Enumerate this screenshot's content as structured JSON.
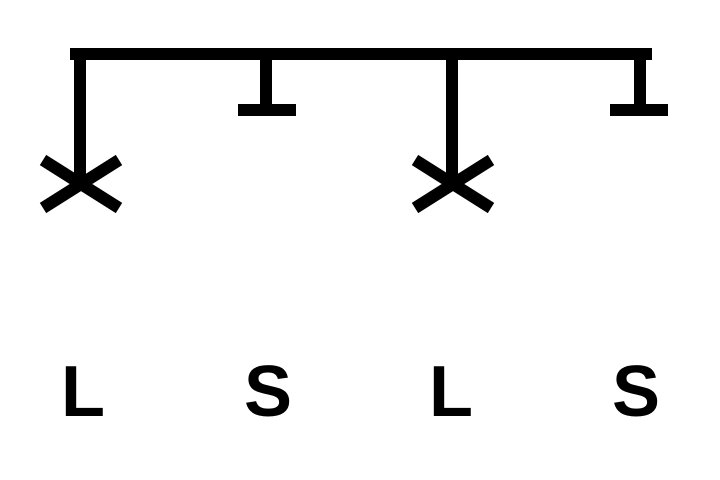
{
  "diagram": {
    "ink_color": "#000000",
    "background": "#ffffff",
    "beats": [
      {
        "label": "L",
        "mark": "cross-icon"
      },
      {
        "label": "S",
        "mark": "tee-icon"
      },
      {
        "label": "L",
        "mark": "cross-icon"
      },
      {
        "label": "S",
        "mark": "tee-icon"
      }
    ]
  }
}
